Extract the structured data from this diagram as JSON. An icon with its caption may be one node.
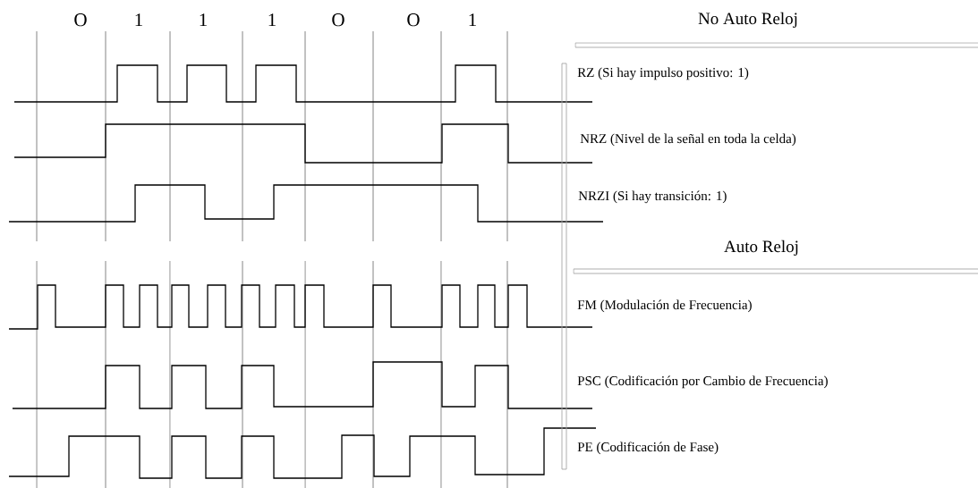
{
  "diagram": {
    "labels": [
      "O",
      "1",
      "1",
      "1",
      "O",
      "O",
      "1",
      "No Auto Reloj",
      "RZ (Si hay impulso positivo: 1)",
      "NRZ (Nivel de la señal en toda la celda)",
      "NRZI (Si hay transición: 1)",
      "Auto Reloj",
      "FM (Modulación de Frecuencia)",
      "PSC (Codificación por Cambio de Frecuencia)",
      "PE (Codificación de Fase)"
    ]
  }
}
